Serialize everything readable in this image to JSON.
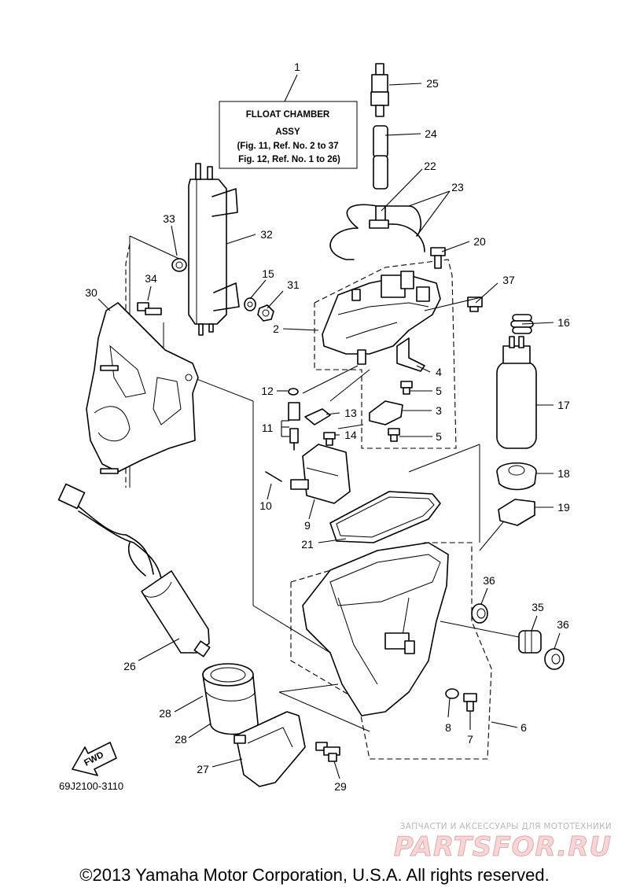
{
  "title_box": {
    "ref": "1",
    "line1": "FLLOAT CHAMBER",
    "line2": "ASSY",
    "line3": "(Fig. 11, Ref. No. 2 to 37",
    "line4": "Fig. 12, Ref. No. 1 to 26)"
  },
  "callouts": {
    "n2": "2",
    "n3": "3",
    "n4": "4",
    "n5a": "5",
    "n5b": "5",
    "n6": "6",
    "n7": "7",
    "n8": "8",
    "n9": "9",
    "n10": "10",
    "n11": "11",
    "n12": "12",
    "n13": "13",
    "n14": "14",
    "n15": "15",
    "n16": "16",
    "n17": "17",
    "n18": "18",
    "n19": "19",
    "n20": "20",
    "n21": "21",
    "n22": "22",
    "n23": "23",
    "n24": "24",
    "n25": "25",
    "n26": "26",
    "n27": "27",
    "n28a": "28",
    "n28b": "28",
    "n29": "29",
    "n30": "30",
    "n31": "31",
    "n32": "32",
    "n33": "33",
    "n34": "34",
    "n35": "35",
    "n36a": "36",
    "n36b": "36",
    "n37": "37"
  },
  "fwd_label": "FWD",
  "diagram_code": "69J2100-3110",
  "watermark": {
    "tagline": "ЗАПЧАСТИ И АКСЕССУАРЫ ДЛЯ МОТОТЕХНИКИ",
    "brand": "PARTSFOR.RU"
  },
  "copyright": "©2013 Yamaha Motor Corporation, U.S.A. All rights reserved."
}
